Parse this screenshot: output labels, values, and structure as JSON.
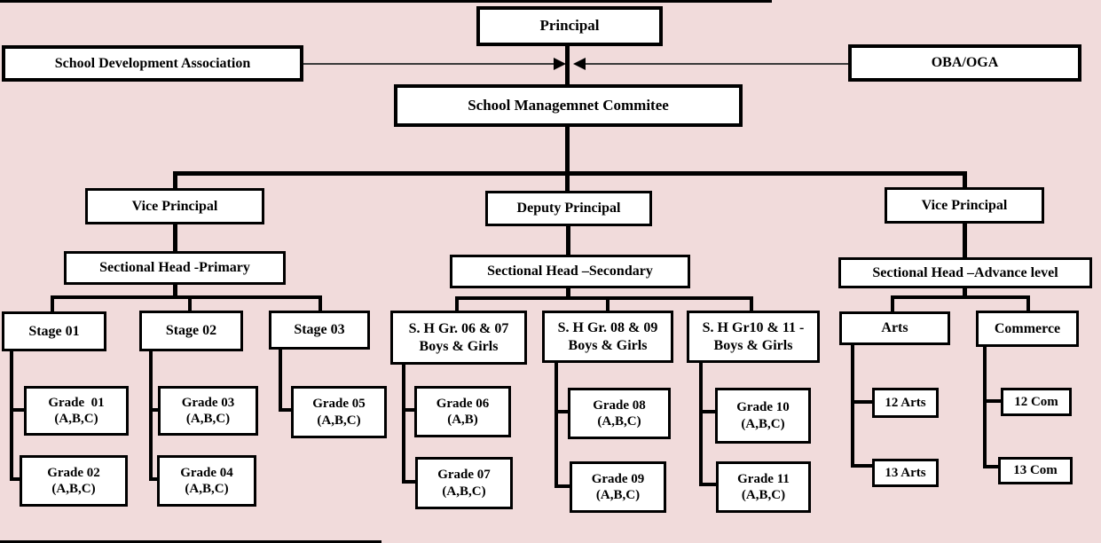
{
  "colors": {
    "background": "#f1dbdb",
    "box_background": "#ffffff",
    "box_border": "#000000",
    "connector": "#000000",
    "thin_connector": "#3a3a3a"
  },
  "nodes": {
    "principal": "Principal",
    "sda": "School Development Association",
    "oba": "OBA/OGA",
    "smc": "School Managemnet Commitee",
    "vp_left": "Vice Principal",
    "deputy": "Deputy Principal",
    "vp_right": "Vice Principal",
    "sh_primary": "Sectional Head -Primary",
    "sh_secondary": "Sectional Head –Secondary",
    "sh_advance": "Sectional Head –Advance level",
    "stage1": "Stage 01",
    "stage2": "Stage 02",
    "stage3": "Stage 03",
    "shg67": {
      "line1": "S. H Gr. 06 & 07",
      "line2": "Boys & Girls"
    },
    "shg89": {
      "line1": "S. H Gr. 08 & 09",
      "line2": "Boys & Girls"
    },
    "shg1011": {
      "line1": "S. H Gr10 & 11 -",
      "line2": "Boys & Girls"
    },
    "arts": "Arts",
    "commerce": "Commerce",
    "g01": {
      "line1": "Grade  01",
      "line2": "(A,B,C)"
    },
    "g02": {
      "line1": "Grade 02",
      "line2": "(A,B,C)"
    },
    "g03": {
      "line1": "Grade 03",
      "line2": "(A,B,C)"
    },
    "g04": {
      "line1": "Grade 04",
      "line2": "(A,B,C)"
    },
    "g05": {
      "line1": "Grade 05",
      "line2": "(A,B,C)"
    },
    "g06": {
      "line1": "Grade 06",
      "line2": "(A,B)"
    },
    "g07": {
      "line1": "Grade 07",
      "line2": "(A,B,C)"
    },
    "g08": {
      "line1": "Grade 08",
      "line2": "(A,B,C)"
    },
    "g09": {
      "line1": "Grade 09",
      "line2": "(A,B,C)"
    },
    "g10": {
      "line1": "Grade 10",
      "line2": "(A,B,C)"
    },
    "g11": {
      "line1": "Grade 11",
      "line2": "(A,B,C)"
    },
    "arts12": "12 Arts",
    "arts13": "13 Arts",
    "com12": "12 Com",
    "com13": "13 Com"
  }
}
